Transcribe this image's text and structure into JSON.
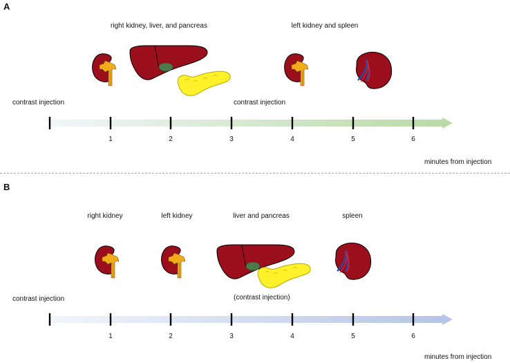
{
  "panels": [
    {
      "label": "A",
      "organ_groups": [
        "right kidney, liver, and pancreas",
        "left kidney and spleen"
      ],
      "injection_label": "contrast injection",
      "second_injection_label": "contrast injection",
      "tick_labels": [
        "1",
        "2",
        "3",
        "4",
        "5",
        "6"
      ],
      "axis_label": "minutes from injection",
      "arrow_color": "#bfdcac"
    },
    {
      "label": "B",
      "organ_groups": [
        "right kidney",
        "left kidney",
        "liver and pancreas",
        "spleen"
      ],
      "injection_label": "contrast injection",
      "second_injection_label": "(contrast injection)",
      "tick_labels": [
        "1",
        "2",
        "3",
        "4",
        "5",
        "6"
      ],
      "axis_label": "minutes from injection",
      "arrow_color": "#b8c6e4"
    }
  ],
  "colors": {
    "organ": "#9b0e1c",
    "pelvis": "#f2ac1a",
    "pancreas": "#fff12a",
    "gallbladder": "#4d7a4c",
    "vessel_blue": "#2b4aa8"
  },
  "icons": [
    "kidney-icon",
    "liver-icon",
    "pancreas-icon",
    "spleen-icon"
  ]
}
